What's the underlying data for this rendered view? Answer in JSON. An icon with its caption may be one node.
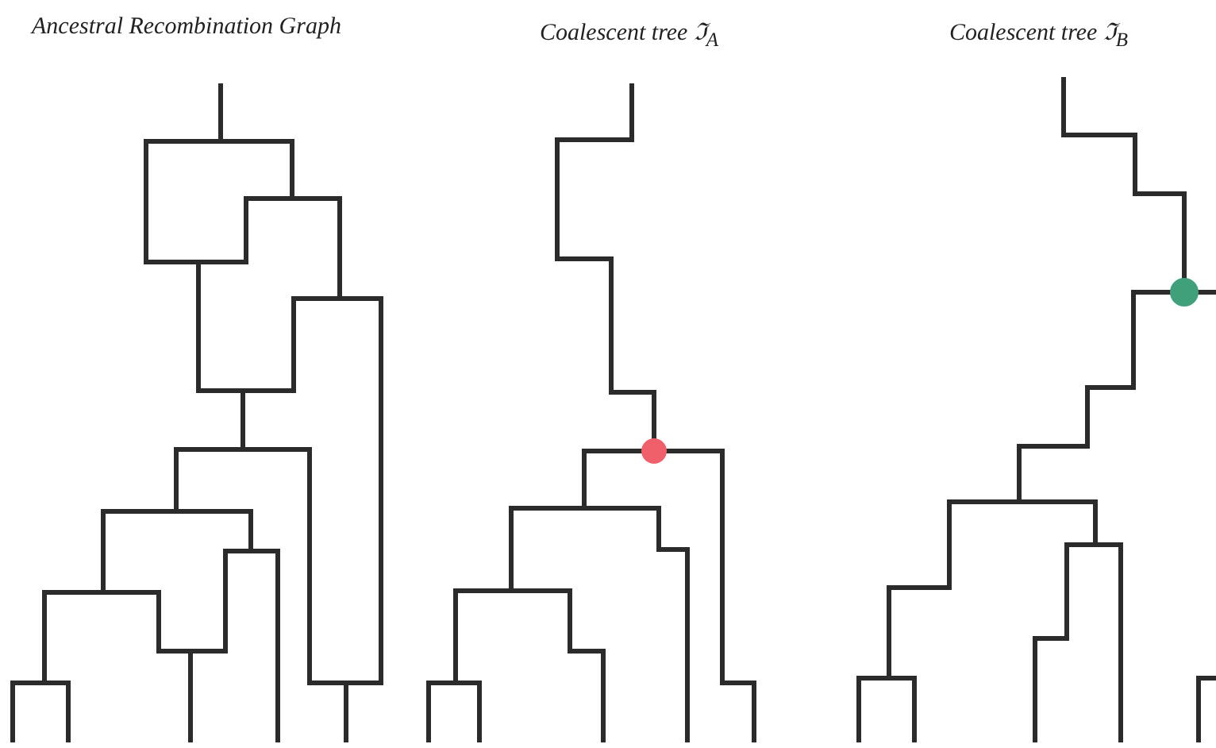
{
  "diagram": {
    "labels": [
      "Ancestral Recombination Graph",
      "Coalescent tree ℑ$_{A}$",
      "Coalescent tree ℑ$_{B}$"
    ]
  }
}
